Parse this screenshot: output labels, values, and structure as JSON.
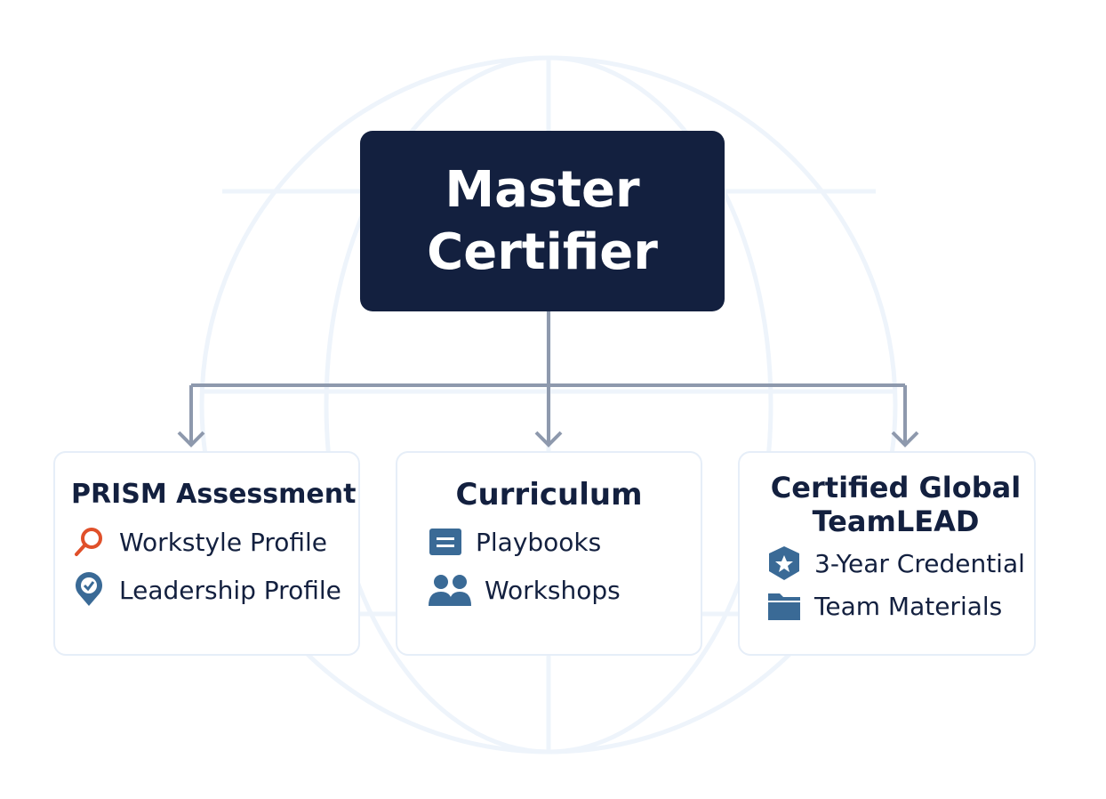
{
  "root": {
    "title_line1": "Master",
    "title_line2": "Certifier"
  },
  "cards": [
    {
      "title": "PRISM Assessment",
      "items": [
        {
          "label": "Workstyle Profile",
          "icon": "magnifier-icon"
        },
        {
          "label": "Leadership Profile",
          "icon": "location-check-icon"
        }
      ]
    },
    {
      "title": "Curriculum",
      "items": [
        {
          "label": "Playbooks",
          "icon": "document-icon"
        },
        {
          "label": "Workshops",
          "icon": "people-icon"
        }
      ]
    },
    {
      "title_line1": "Certified Global",
      "title_line2": "TeamLEAD",
      "items": [
        {
          "label": "3-Year Credential",
          "icon": "shield-star-icon"
        },
        {
          "label": "Team Materials",
          "icon": "folder-icon"
        }
      ]
    }
  ],
  "colors": {
    "navy": "#13203f",
    "icon_blue": "#3a6a96",
    "orange": "#e0502a",
    "connector": "#8e99ad",
    "globe": "#eef4fb"
  }
}
